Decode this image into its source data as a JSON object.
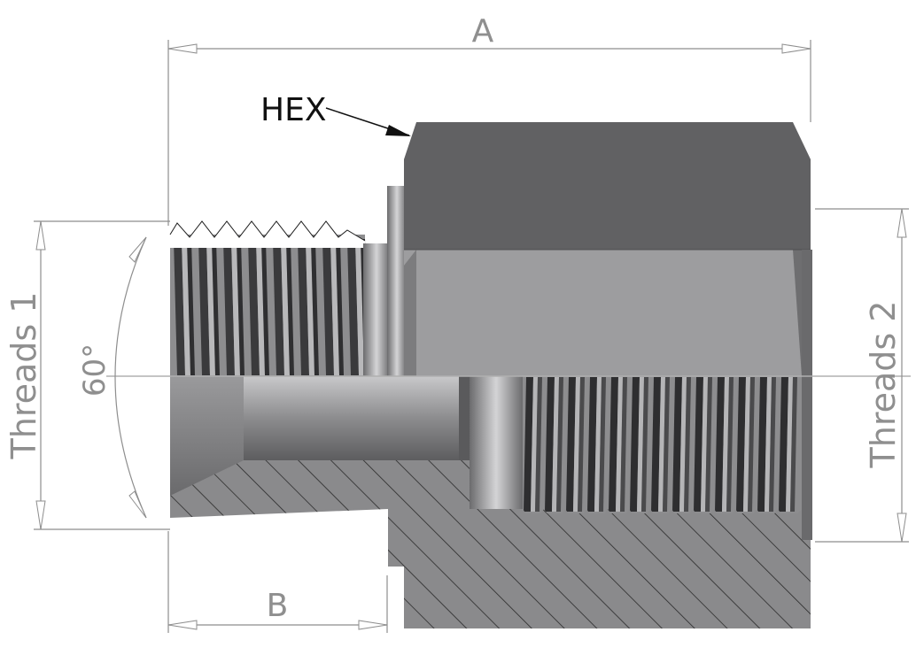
{
  "labels": {
    "dim_a": "A",
    "dim_b": "B",
    "hex": "HEX",
    "threads_1": "Threads 1",
    "threads_2": "Threads 2",
    "angle": "60°"
  },
  "colors": {
    "hex_dark": "#616163",
    "hex_light": "#9d9d9f",
    "section_fill": "#8a8a8c",
    "hatch": "#2a2a2a",
    "dimension": "#8e8e8e"
  }
}
